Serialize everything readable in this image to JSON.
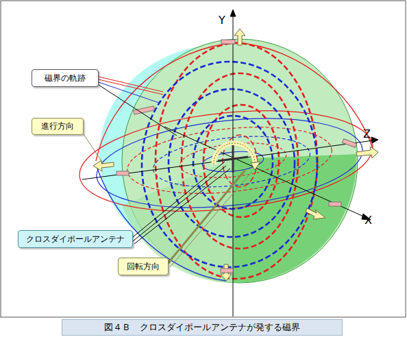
{
  "diagram": {
    "caption": "図４Ｂ　クロスダイポールアンテナが発する磁界",
    "nodes": [
      {
        "text": [
          "磁界の軌跡"
        ]
      },
      {
        "text": [
          "進行方向"
        ]
      },
      {
        "text": [
          "クロスダイポールアンテナ"
        ]
      },
      {
        "text": [
          "回転方向"
        ]
      }
    ],
    "labels": [
      "Y",
      "Z",
      "X"
    ]
  }
}
